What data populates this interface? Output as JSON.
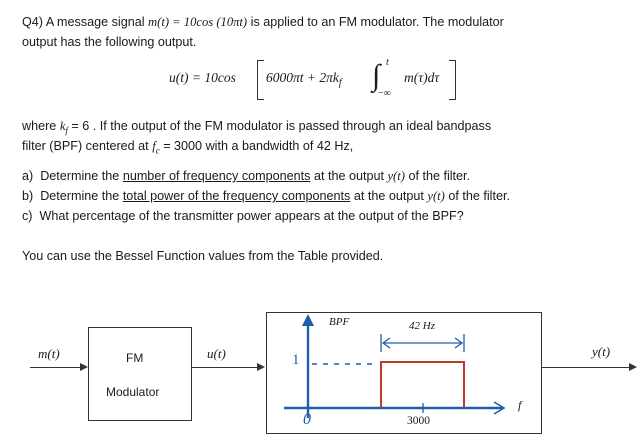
{
  "question": {
    "number": "Q4)",
    "intro_1": "A message signal",
    "signal_eq": "m(t) = 10cos (10πt)",
    "intro_2": "is applied to an FM modulator. The modulator",
    "intro_line2": "output has the following output."
  },
  "formula": {
    "lhs": "u(t) = 10cos",
    "term1": "6000πt + 2πk",
    "sub_f": "f",
    "integral": "∫",
    "upper": "t",
    "lower": "−∞",
    "integrand": "m(τ)dτ"
  },
  "where": {
    "prefix": "where",
    "kf_label": "k",
    "kf_sub": "f",
    "kf_value": "= 6 .",
    "text_1": "If the output of the FM modulator is passed through an ideal bandpass",
    "line2_prefix": "filter (BPF) centered at",
    "fc_label": "f",
    "fc_sub": "c",
    "fc_value": "= 3000",
    "line2_suffix": "with a bandwidth of 42 Hz,"
  },
  "parts": [
    {
      "label": "a)",
      "pre": "Determine the",
      "underlined": "number of frequency components",
      "post": "at the output",
      "sym": "y(t)",
      "end": "of the filter."
    },
    {
      "label": "b)",
      "pre": "Determine the",
      "underlined": "total power of the frequency components",
      "post": "at the output",
      "sym": "y(t)",
      "end": "of the filter."
    },
    {
      "label": "c)",
      "pre": "What percentage of the transmitter power appears at the output of the BPF?",
      "underlined": "",
      "post": "",
      "sym": "",
      "end": ""
    }
  ],
  "note": "You can use the Bessel Function values from the Table provided.",
  "diagram": {
    "input_label": "m(t)",
    "fm_box_line1": "FM",
    "fm_box_line2": "Modulator",
    "mid_label": "u(t)",
    "bpf_title": "BPF",
    "bandwidth_label": "42 Hz",
    "axis_one": "1",
    "axis_zero": "0",
    "center_freq": "3000",
    "freq_axis": "f",
    "output_label": "y(t)",
    "filter_color": "#c0392b",
    "arrow_color": "#1f5fa8"
  }
}
